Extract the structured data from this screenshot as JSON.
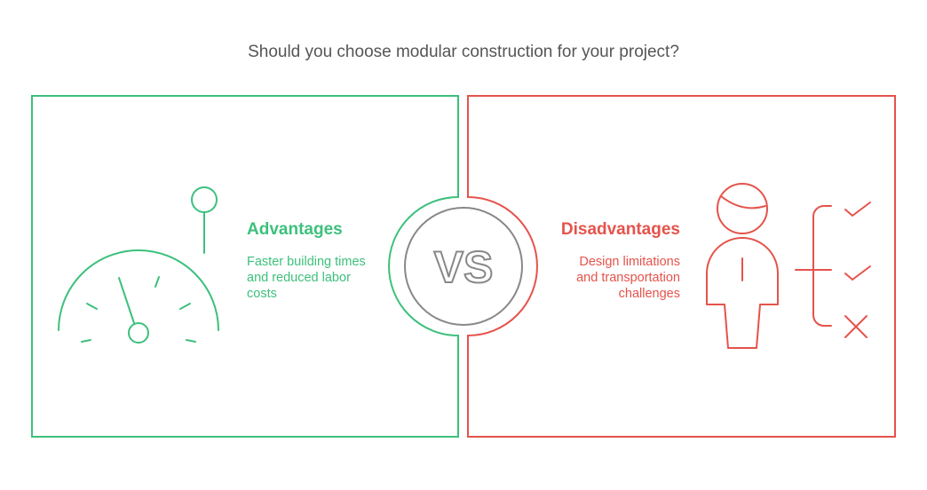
{
  "title": "Should you choose modular construction for your project?",
  "advantages": {
    "heading": "Advantages",
    "lines": [
      "Faster building times",
      "and reduced labor",
      "costs"
    ]
  },
  "disadvantages": {
    "heading": "Disadvantages",
    "lines": [
      "Design limitations",
      "and transportation",
      "challenges"
    ]
  },
  "vs_label": "VS",
  "colors": {
    "green": "#3dc07c",
    "red": "#e5534b",
    "gray": "#888888"
  }
}
